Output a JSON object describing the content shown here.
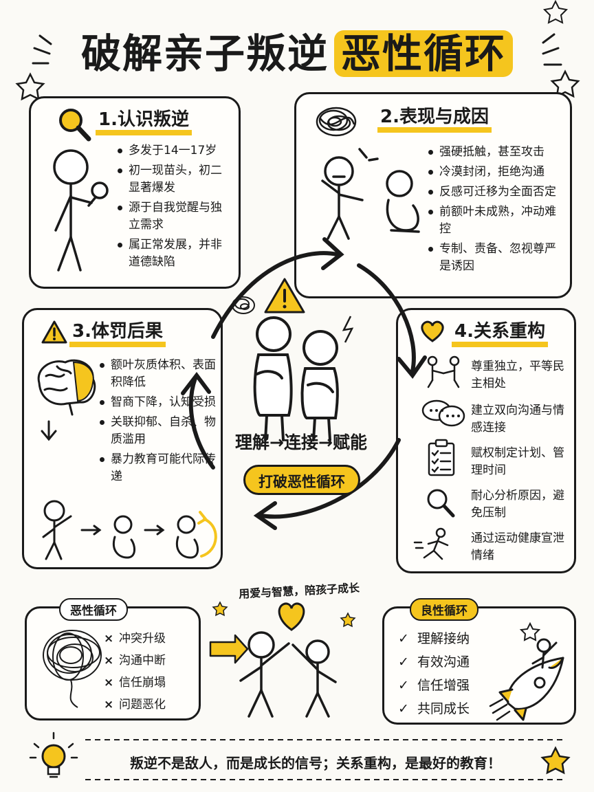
{
  "header": {
    "title_main": "破解亲子叛逆",
    "title_highlight": "恶性循环"
  },
  "panels": {
    "p1": {
      "title": "1.认识叛逆",
      "items": [
        "多发于14一17岁",
        "初一现苗头，初二显著爆发",
        "源于自我觉醒与独立需求",
        "属正常发展，并非道德缺陷"
      ]
    },
    "p2": {
      "title": "2.表现与成因",
      "items": [
        "强硬抵触，甚至攻击",
        "冷漠封闭，拒绝沟通",
        "反感可迁移为全面否定",
        "前额叶未成熟，冲动难控",
        "专制、责备、忽视尊严是诱因"
      ]
    },
    "p3": {
      "title": "3.体罚后果",
      "items": [
        "额叶灰质体积、表面积降低",
        "智商下降，认知受损",
        "关联抑郁、自杀、物质滥用",
        "暴力教育可能代际传递"
      ]
    },
    "p4": {
      "title": "4.关系重构",
      "items": [
        "尊重独立，平等民主相处",
        "建立双向沟通与情感连接",
        "赋权制定计划、管理时间",
        "耐心分析原因，避免压制",
        "通过运动健康宣泄情绪"
      ]
    }
  },
  "center": {
    "flow": "理解→连接→赋能",
    "button": "打破恶性循环"
  },
  "bad_cycle": {
    "label": "恶性循环",
    "mark": "×",
    "items": [
      "冲突升级",
      "沟通中断",
      "信任崩塌",
      "问题恶化"
    ]
  },
  "slogan": "用爱与智慧，陪孩子成长",
  "good_cycle": {
    "label": "良性循环",
    "mark": "✓",
    "items": [
      "理解接纳",
      "有效沟通",
      "信任增强",
      "共同成长"
    ]
  },
  "footer": {
    "text": "叛逆不是敌人，而是成长的信号；关系重构，是最好的教育！"
  },
  "colors": {
    "accent": "#f5c51e",
    "ink": "#1a1a1a",
    "paper": "#fbfaf6"
  },
  "icons": [
    "magnifier-icon",
    "tangled-thoughts-icon",
    "warning-icon",
    "heart-icon",
    "brain-icon",
    "handshake-icon",
    "chat-bubbles-icon",
    "checklist-icon",
    "running-person-icon",
    "lightbulb-icon",
    "star-icon",
    "rocket-icon"
  ]
}
